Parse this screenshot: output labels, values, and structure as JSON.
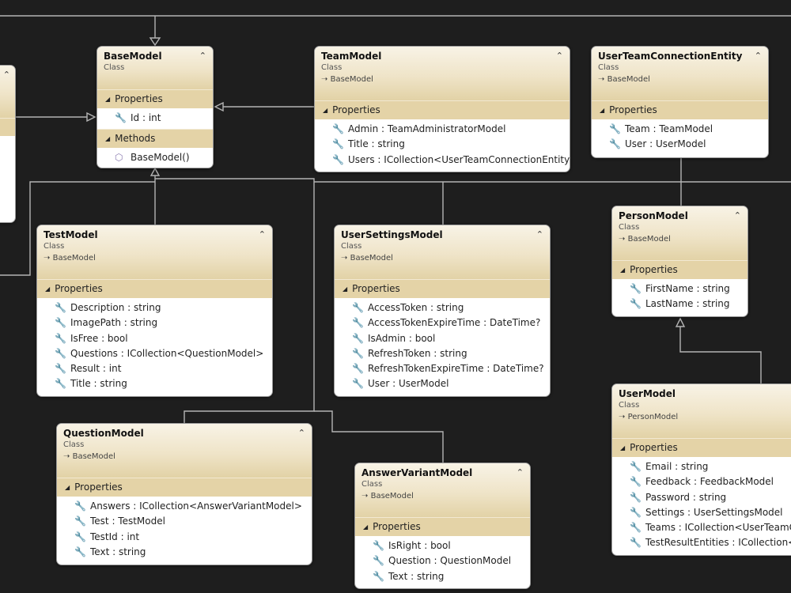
{
  "classes": [
    {
      "id": "left-stub",
      "name": "",
      "kind": "",
      "base": "",
      "collapse": "⌃",
      "sections": []
    },
    {
      "id": "basemodel",
      "name": "BaseModel",
      "kind": "Class",
      "base": "",
      "collapse": "⌃",
      "sections": [
        {
          "label": "Properties",
          "members": [
            {
              "text": "Id : int",
              "icon": "wrench-icon"
            }
          ]
        },
        {
          "label": "Methods",
          "members": [
            {
              "text": "BaseModel()",
              "icon": "method-cube-icon"
            }
          ]
        }
      ]
    },
    {
      "id": "teammodel",
      "name": "TeamModel",
      "kind": "Class",
      "base": "BaseModel",
      "collapse": "⌃",
      "sections": [
        {
          "label": "Properties",
          "members": [
            {
              "text": "Admin : TeamAdministratorModel",
              "icon": "wrench-icon"
            },
            {
              "text": "Title : string",
              "icon": "wrench-icon"
            },
            {
              "text": "Users : ICollection<UserTeamConnectionEntity>",
              "icon": "wrench-icon"
            }
          ]
        }
      ]
    },
    {
      "id": "userteamconnectionentity",
      "name": "UserTeamConnectionEntity",
      "kind": "Class",
      "base": "BaseModel",
      "collapse": "⌃",
      "sections": [
        {
          "label": "Properties",
          "members": [
            {
              "text": "Team : TeamModel",
              "icon": "wrench-icon"
            },
            {
              "text": "User : UserModel",
              "icon": "wrench-icon"
            }
          ]
        }
      ]
    },
    {
      "id": "testmodel",
      "name": "TestModel",
      "kind": "Class",
      "base": "BaseModel",
      "collapse": "⌃",
      "sections": [
        {
          "label": "Properties",
          "members": [
            {
              "text": "Description : string",
              "icon": "wrench-icon"
            },
            {
              "text": "ImagePath : string",
              "icon": "wrench-icon"
            },
            {
              "text": "IsFree : bool",
              "icon": "wrench-icon"
            },
            {
              "text": "Questions : ICollection<QuestionModel>",
              "icon": "wrench-icon"
            },
            {
              "text": "Result : int",
              "icon": "wrench-icon"
            },
            {
              "text": "Title : string",
              "icon": "wrench-icon"
            }
          ]
        }
      ]
    },
    {
      "id": "usersettingsmodel",
      "name": "UserSettingsModel",
      "kind": "Class",
      "base": "BaseModel",
      "collapse": "⌃",
      "sections": [
        {
          "label": "Properties",
          "members": [
            {
              "text": "AccessToken : string",
              "icon": "wrench-icon"
            },
            {
              "text": "AccessTokenExpireTime : DateTime?",
              "icon": "wrench-icon"
            },
            {
              "text": "IsAdmin : bool",
              "icon": "wrench-icon"
            },
            {
              "text": "RefreshToken : string",
              "icon": "wrench-icon"
            },
            {
              "text": "RefreshTokenExpireTime : DateTime?",
              "icon": "wrench-icon"
            },
            {
              "text": "User : UserModel",
              "icon": "wrench-icon"
            }
          ]
        }
      ]
    },
    {
      "id": "personmodel",
      "name": "PersonModel",
      "kind": "Class",
      "base": "BaseModel",
      "collapse": "⌃",
      "sections": [
        {
          "label": "Properties",
          "members": [
            {
              "text": "FirstName : string",
              "icon": "wrench-icon"
            },
            {
              "text": "LastName : string",
              "icon": "wrench-icon"
            }
          ]
        }
      ]
    },
    {
      "id": "usermodel",
      "name": "UserModel",
      "kind": "Class",
      "base": "PersonModel",
      "collapse": "",
      "sections": [
        {
          "label": "Properties",
          "members": [
            {
              "text": "Email : string",
              "icon": "wrench-icon"
            },
            {
              "text": "Feedback : FeedbackModel",
              "icon": "wrench-icon"
            },
            {
              "text": "Password : string",
              "icon": "wrench-icon"
            },
            {
              "text": "Settings : UserSettingsModel",
              "icon": "wrench-icon"
            },
            {
              "text": "Teams : ICollection<UserTeamC",
              "icon": "wrench-icon"
            },
            {
              "text": "TestResultEntities : ICollection<",
              "icon": "wrench-icon"
            }
          ]
        }
      ]
    },
    {
      "id": "questionmodel",
      "name": "QuestionModel",
      "kind": "Class",
      "base": "BaseModel",
      "collapse": "⌃",
      "sections": [
        {
          "label": "Properties",
          "members": [
            {
              "text": "Answers : ICollection<AnswerVariantModel>",
              "icon": "wrench-icon"
            },
            {
              "text": "Test : TestModel",
              "icon": "wrench-icon"
            },
            {
              "text": "TestId : int",
              "icon": "wrench-icon"
            },
            {
              "text": "Text : string",
              "icon": "wrench-icon"
            }
          ]
        }
      ]
    },
    {
      "id": "answervariantmodel",
      "name": "AnswerVariantModel",
      "kind": "Class",
      "base": "BaseModel",
      "collapse": "⌃",
      "sections": [
        {
          "label": "Properties",
          "members": [
            {
              "text": "IsRight : bool",
              "icon": "wrench-icon"
            },
            {
              "text": "Question : QuestionModel",
              "icon": "wrench-icon"
            },
            {
              "text": "Text : string",
              "icon": "wrench-icon"
            }
          ]
        }
      ]
    }
  ],
  "symbols": {
    "inherit_arrow": "➝",
    "section_expanded": "◢",
    "wrench-icon": "🔧",
    "method-cube-icon": "⬡"
  },
  "colors": {
    "canvas": "#1e1e1e",
    "connector": "#b4b4b4",
    "header_light": "#f8f3e6",
    "header_dark": "#e2d2a6",
    "section_bar": "#e4d3a7"
  }
}
